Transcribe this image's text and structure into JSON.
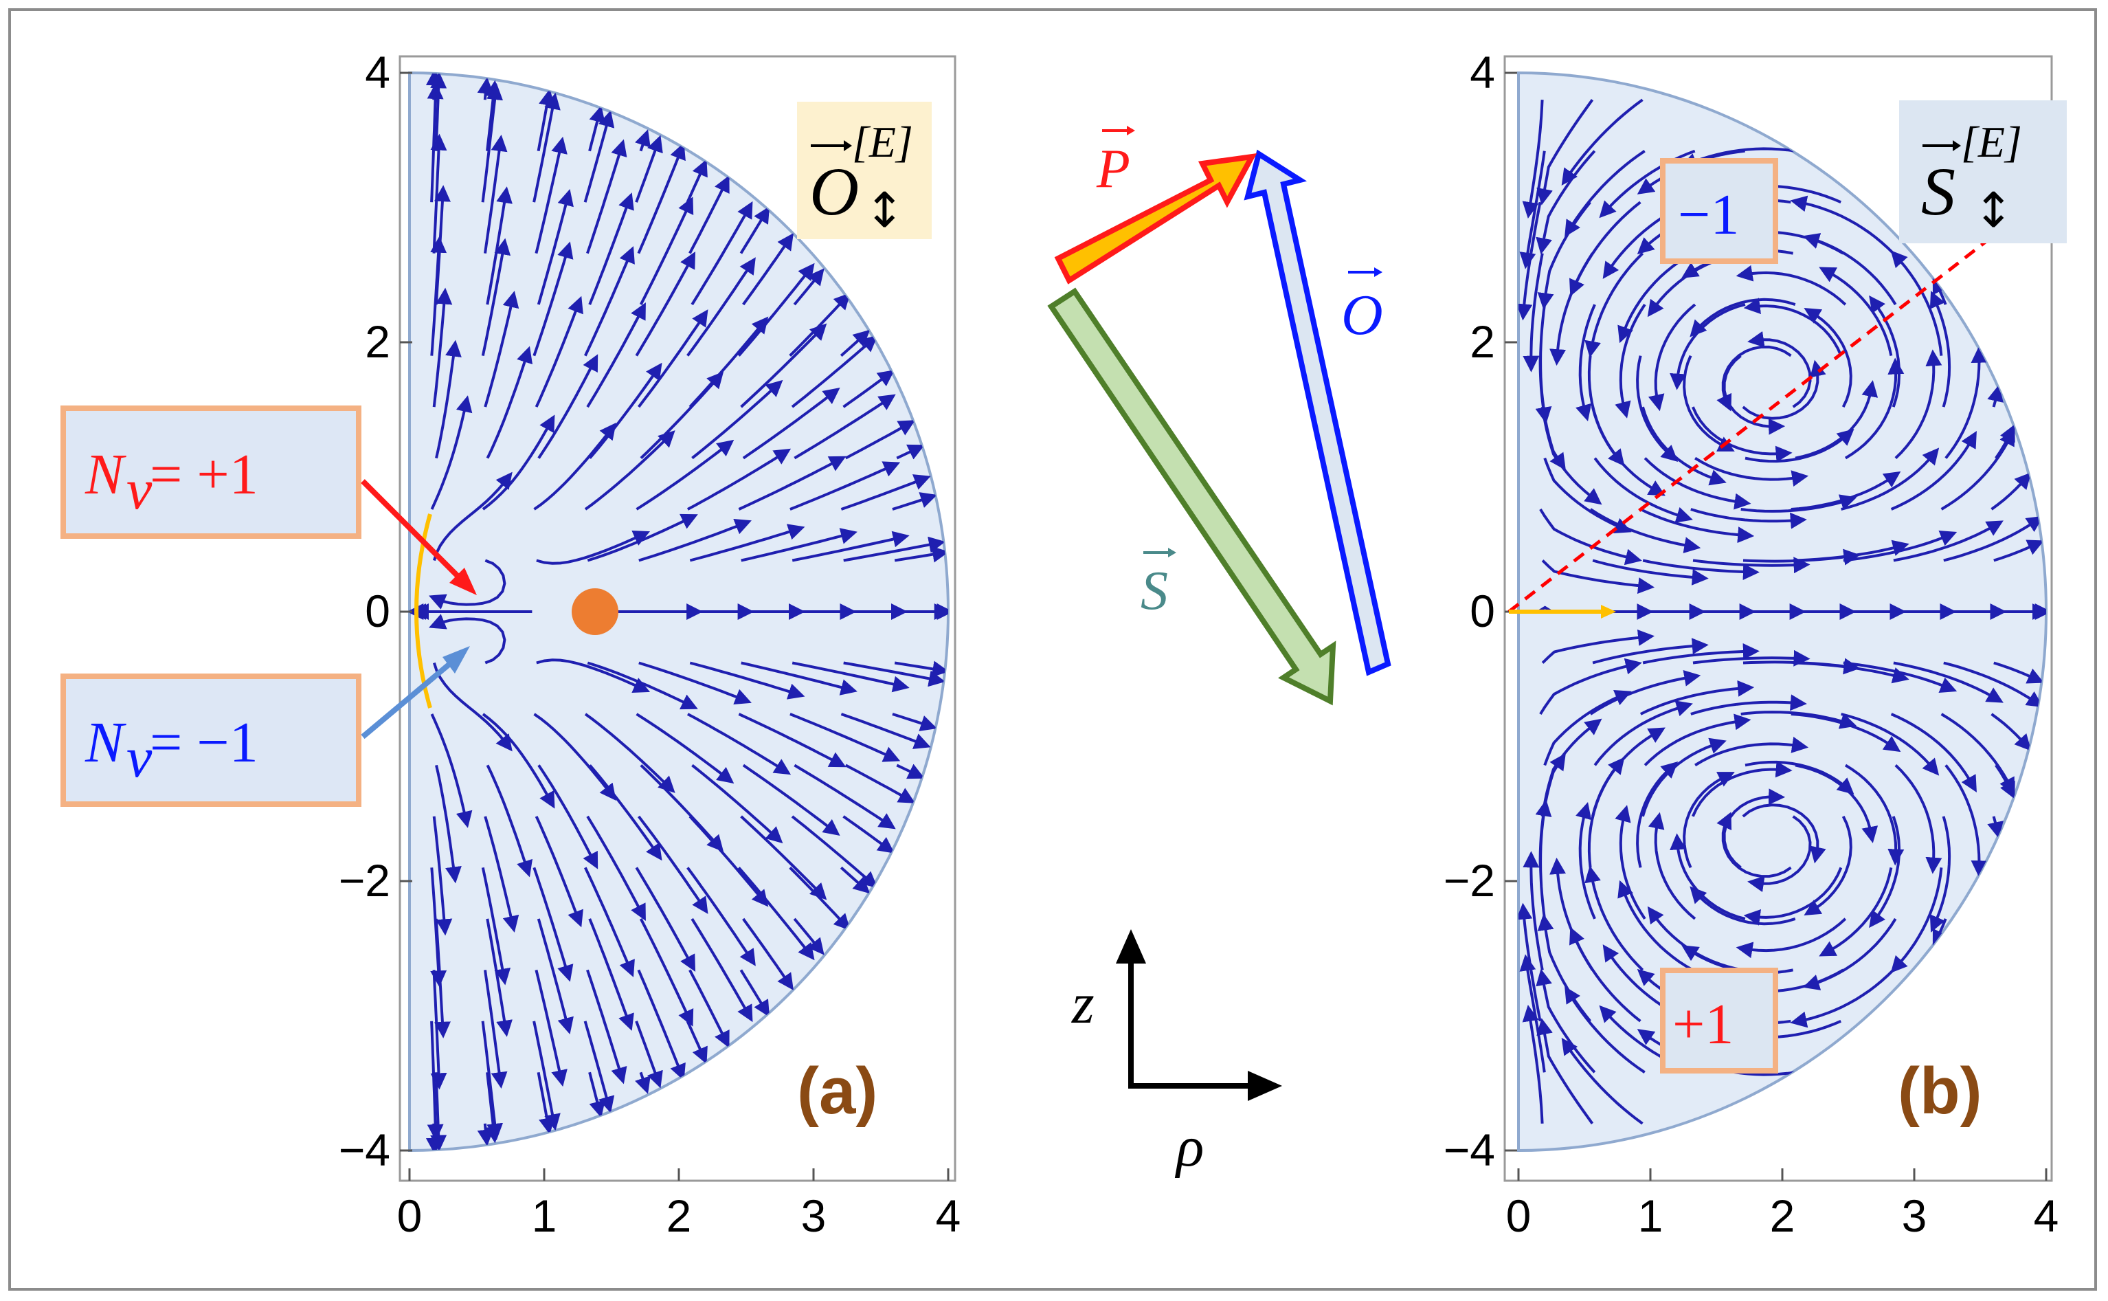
{
  "panels": {
    "a": {
      "label": "(a)",
      "field_symbol": "O",
      "field_superscript": "[E]",
      "field_subscript": "↕",
      "x_ticks": [
        "0",
        "1",
        "2",
        "3",
        "4"
      ],
      "y_ticks": [
        "4",
        "2",
        "0",
        "−2",
        "−4"
      ]
    },
    "b": {
      "label": "(b)",
      "field_symbol": "S",
      "field_superscript": "[E]",
      "field_subscript": "↕",
      "x_ticks": [
        "0",
        "1",
        "2",
        "3",
        "4"
      ],
      "y_ticks": [
        "4",
        "2",
        "0",
        "−2",
        "−4"
      ]
    }
  },
  "annotations": {
    "nv_plus_var": "N",
    "nv_plus_sub": "v",
    "nv_plus_rest": " = +1",
    "nv_minus_var": "N",
    "nv_minus_sub": "v",
    "nv_minus_rest": " = −1",
    "b_top_index": "−1",
    "b_bottom_index": "+1"
  },
  "vectors": {
    "P": "P",
    "O": "O",
    "S": "S",
    "axis_vertical": "z",
    "axis_horizontal": "ρ"
  },
  "colors": {
    "domain_fill": "#e2ebf7",
    "domain_edge": "#8fa9cf",
    "streamline": "#1f1fb0",
    "P_color": "#ff1a1a",
    "P_fill": "#ffc000",
    "O_color": "#0a1aff",
    "S_color": "#4f7f2a",
    "S_fill": "#c4e0b0",
    "box_edge": "#f4b183",
    "box_fill_a": "#dde7f5",
    "label_O_bg": "#fdf1cf",
    "label_S_bg": "#dce6f2",
    "singular_point": "#ed7d31",
    "separatrix": "#ff0000",
    "panel_label": "#8a4a14"
  }
}
